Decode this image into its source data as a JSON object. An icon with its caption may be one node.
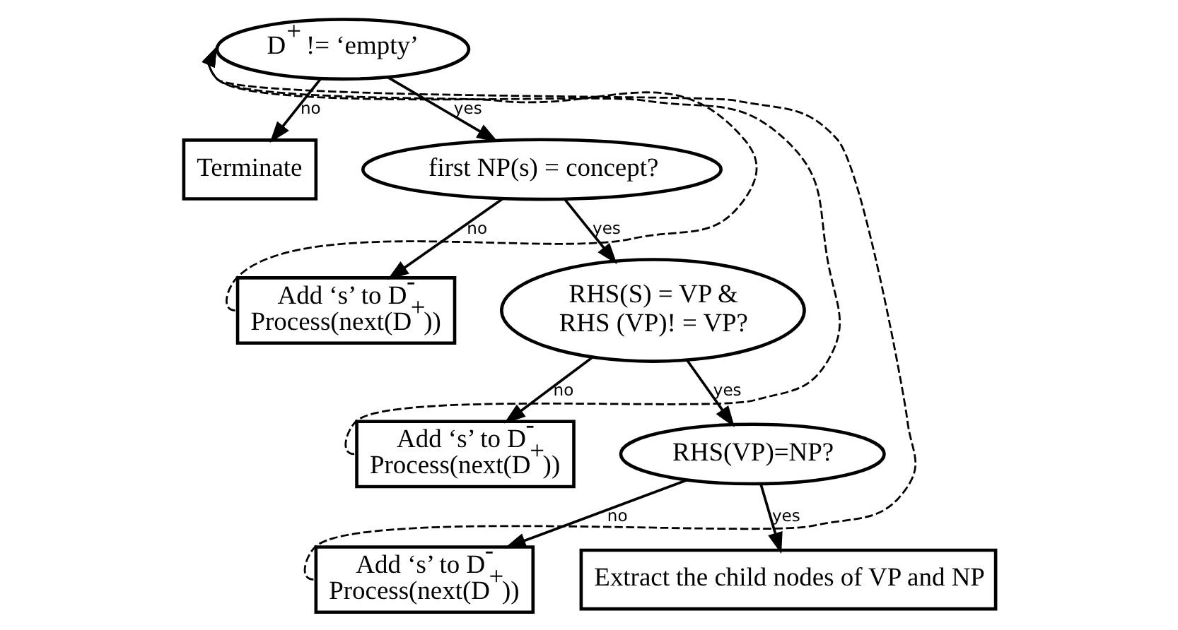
{
  "diagram": {
    "nodes": [
      {
        "text": [
          "D$^{+}$ != ‘empty’"
        ]
      },
      {
        "text": [
          "Terminate"
        ]
      },
      {
        "text": [
          "first NP(s) = concept?"
        ]
      },
      {
        "text": [
          "Add ‘s’ to D$^{-}$",
          "Process(next(D$^{+}$))"
        ]
      },
      {
        "text": [
          "RHS(S) = VP &",
          "RHS (VP)! = VP?"
        ]
      },
      {
        "text": [
          "Add ‘s’ to D$^{-}$",
          "Process(next(D$^{+}$))"
        ]
      },
      {
        "text": [
          "RHS(VP)=NP?"
        ]
      },
      {
        "text": [
          "Add ‘s’ to D$^{-}$",
          "Process(next(D$^{+}$))"
        ]
      },
      {
        "text": [
          "Extract the child nodes of VP and NP"
        ]
      }
    ],
    "edges": [
      {
        "from": 0,
        "to": 1,
        "arrow": "to",
        "label": "no"
      },
      {
        "from": 0,
        "to": 2,
        "arrow": "to",
        "label": "yes"
      },
      {
        "from": 2,
        "to": 3,
        "arrow": "to",
        "label": "no"
      },
      {
        "from": 2,
        "to": 4,
        "arrow": "to",
        "label": "yes"
      },
      {
        "from": 4,
        "to": 5,
        "arrow": "to",
        "label": "no"
      },
      {
        "from": 4,
        "to": 6,
        "arrow": "to",
        "label": "yes"
      },
      {
        "from": 6,
        "to": 7,
        "arrow": "to",
        "label": "no"
      },
      {
        "from": 6,
        "to": 8,
        "arrow": "to",
        "label": "yes"
      },
      {
        "from": 3,
        "to": 0,
        "arrow": "to",
        "style": "dashed"
      },
      {
        "from": 5,
        "to": 0,
        "arrow": "to",
        "style": "dashed"
      },
      {
        "from": 7,
        "to": 0,
        "arrow": "to",
        "style": "dashed"
      }
    ]
  }
}
